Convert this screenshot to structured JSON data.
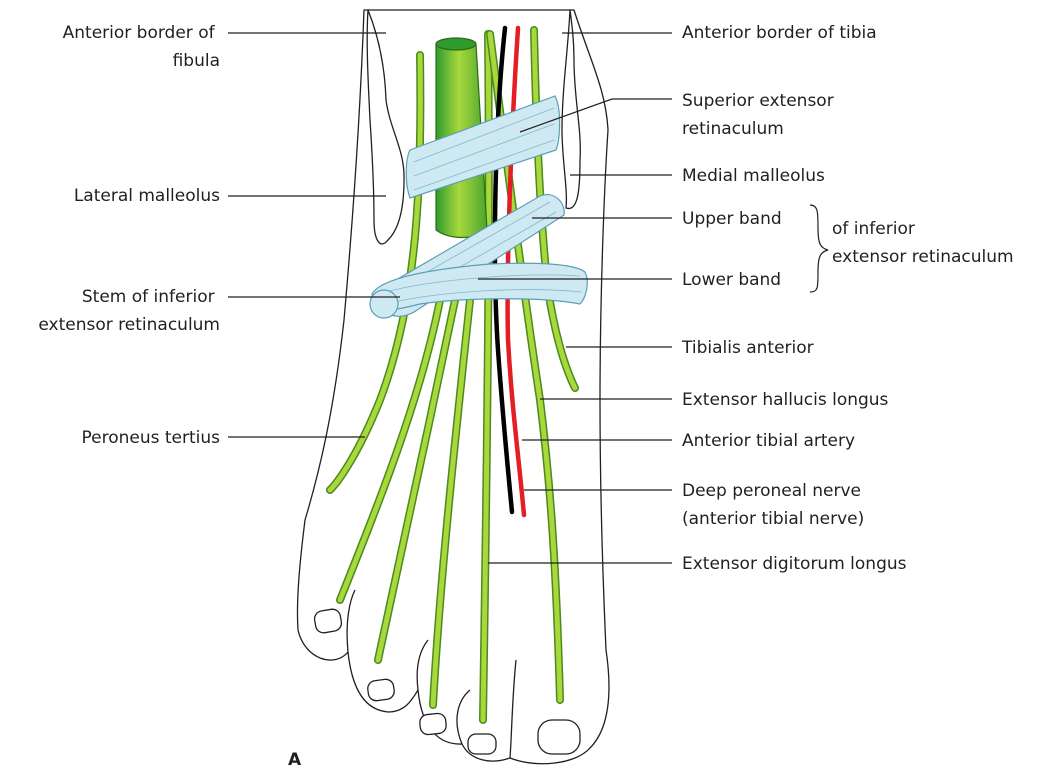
{
  "figure": {
    "panel_letter": "A",
    "colors": {
      "tendon": "#8dc63f",
      "tendon_edge": "#4a8a1e",
      "tibialis_body": "#9ecf3a",
      "retinaculum": "#cfe9f2",
      "artery": "#e31e24",
      "nerve": "#000000",
      "outline": "#231f20"
    },
    "labels": {
      "anterior_border_fibula": [
        "Anterior border of",
        "fibula"
      ],
      "anterior_border_tibia": "Anterior border of tibia",
      "superior_extensor_retinaculum": [
        "Superior extensor",
        "retinaculum"
      ],
      "medial_malleolus": "Medial malleolus",
      "lateral_malleolus": "Lateral malleolus",
      "upper_band": "Upper band",
      "lower_band": "Lower band",
      "inferior_retinaculum_group": [
        "of inferior",
        "extensor retinaculum"
      ],
      "stem_inferior_retinaculum": [
        "Stem of inferior",
        "extensor retinaculum"
      ],
      "tibialis_anterior": "Tibialis anterior",
      "extensor_hallucis_longus": "Extensor hallucis longus",
      "peroneus_tertius": "Peroneus tertius",
      "anterior_tibial_artery": "Anterior tibial artery",
      "deep_peroneal_nerve": [
        "Deep peroneal nerve",
        "(anterior tibial nerve)"
      ],
      "extensor_digitorum_longus": "Extensor digitorum longus"
    }
  }
}
